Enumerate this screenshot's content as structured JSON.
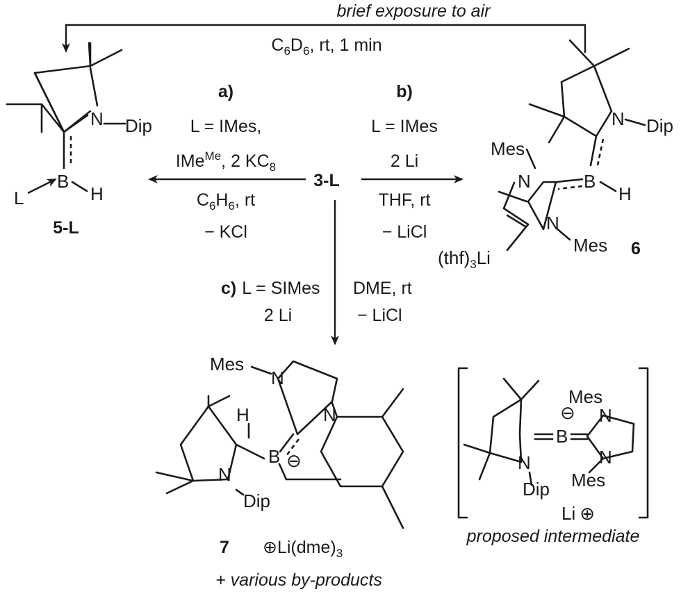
{
  "top_arrow": {
    "above": "brief exposure to air",
    "below_prefix": "C",
    "below_sub1": "6",
    "below_mid": "D",
    "below_sub2": "6",
    "below_suffix": ", rt, 1 min"
  },
  "path_a": {
    "tag": "a)",
    "line1": "L = IMes,",
    "line2_prefix": "IMe",
    "line2_sup": "Me",
    "line2_mid": ", 2 KC",
    "line2_sub": "8",
    "cond1_prefix": "C",
    "cond1_sub1": "6",
    "cond1_mid": "H",
    "cond1_sub2": "6",
    "cond1_suffix": ", rt",
    "cond2": "− KCl"
  },
  "path_b": {
    "tag": "b)",
    "line1": "L = IMes",
    "line2": "2 Li",
    "cond1": "THF, rt",
    "cond2": "− LiCl"
  },
  "path_c": {
    "tag": "c)",
    "line1": "L = SIMes",
    "line2": "2 Li",
    "cond1": "DME, rt",
    "cond2": "− LiCl"
  },
  "start_compound": "3-L",
  "compound_5L": {
    "label": "5-L",
    "atom_N": "N",
    "atom_B": "B",
    "atom_H": "H",
    "atom_L": "L",
    "sub_Dip": "Dip"
  },
  "compound_6": {
    "label": "6",
    "atom_N": "N",
    "atom_B": "B",
    "atom_H": "H",
    "sub_Dip": "Dip",
    "sub_Mes": "Mes",
    "li_prefix": "(thf)",
    "li_sub": "3",
    "li_suffix": "Li"
  },
  "compound_7": {
    "label": "7",
    "counter_prefix": "⊕Li(dme)",
    "counter_sub": "3",
    "atom_N": "N",
    "atom_B": "B",
    "atom_H": "H",
    "sub_Mes": "Mes",
    "sub_Dip": "Dip",
    "minus": "⊖",
    "byproducts": "+ various by-products"
  },
  "intermediate": {
    "caption": "proposed intermediate",
    "atom_N": "N",
    "atom_B": "B",
    "sub_Mes": "Mes",
    "sub_Dip": "Dip",
    "minus": "⊖",
    "li": "Li",
    "plus": "⊕"
  }
}
